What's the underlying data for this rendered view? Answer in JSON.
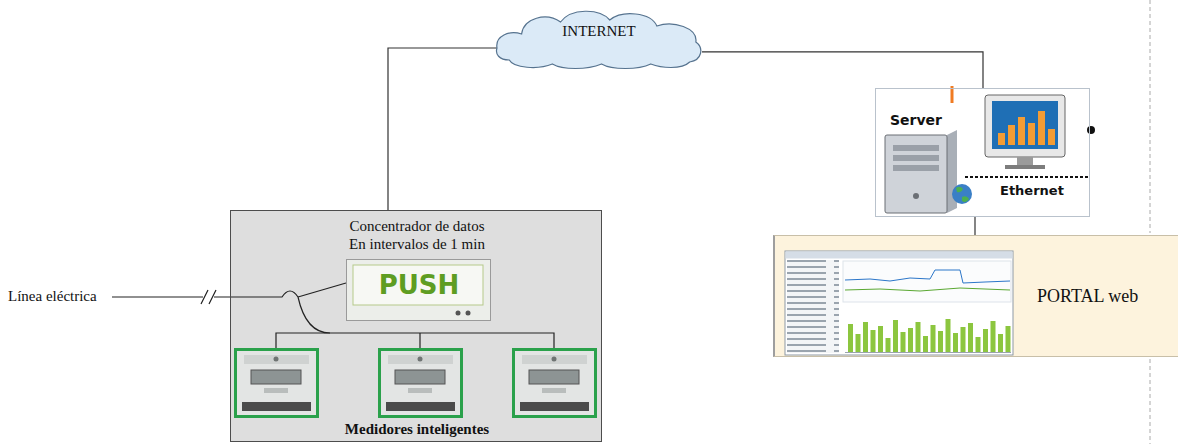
{
  "diagram": {
    "nodes": [
      {
        "text": [
          "INTERNET"
        ]
      },
      {
        "text": [
          "Concentrador de datos En intervalos de 1 min",
          "Medidores inteligentes"
        ]
      },
      {
        "text": [
          "PUSH"
        ],
        "in": 1
      },
      {
        "text": [
          "Server",
          "Ethernet"
        ]
      },
      {
        "text": [
          "PORTAL web"
        ]
      }
    ],
    "edges": [
      {
        "from": 1,
        "to": 0,
        "arrow": "none"
      },
      {
        "from": 0,
        "to": 3,
        "arrow": "none"
      },
      {
        "from": 3,
        "to": 4,
        "arrow": "none"
      }
    ],
    "labels": [
      "Línea eléctrica"
    ]
  }
}
